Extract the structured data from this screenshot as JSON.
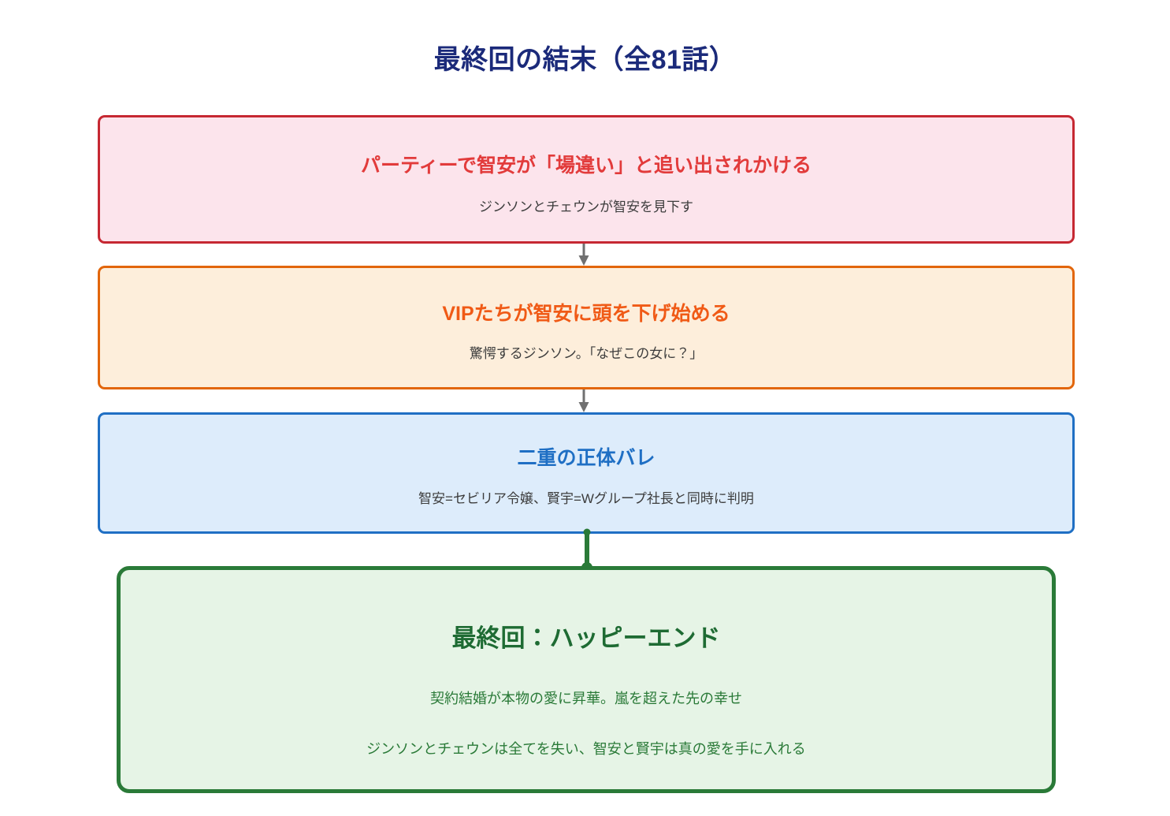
{
  "title": "最終回の結末（全81話）",
  "colors": {
    "title": "#1b2a7a",
    "node1_border": "#c62832",
    "node1_fill": "#fce4ec",
    "node1_text": "#e23b3b",
    "node2_border": "#e2660b",
    "node2_fill": "#fdeedb",
    "node2_text": "#f05a16",
    "node3_border": "#1f6fc4",
    "node3_fill": "#ddecfb",
    "node3_text": "#1f6fc4",
    "node4_border": "#2a7a38",
    "node4_fill": "#e6f4e6",
    "node4_text": "#1e6b33",
    "subtitle_text": "#3c3c3c",
    "arrow": "#707070",
    "arrow_final": "#2a7a38"
  },
  "flow": {
    "nodes": [
      {
        "id": "node-party",
        "title": "パーティーで智安が「場違い」と追い出されかける",
        "subtitles": [
          "ジンソンとチェウンが智安を見下す"
        ]
      },
      {
        "id": "node-vip",
        "title": "VIPたちが智安に頭を下げ始める",
        "subtitles": [
          "驚愕するジンソン。「なぜこの女に？」"
        ]
      },
      {
        "id": "node-reveal",
        "title": "二重の正体バレ",
        "subtitles": [
          "智安=セビリア令嬢、賢宇=Wグループ社長と同時に判明"
        ]
      },
      {
        "id": "node-finale",
        "title": "最終回：ハッピーエンド",
        "subtitles": [
          "契約結婚が本物の愛に昇華。嵐を超えた先の幸せ",
          "ジンソンとチェウンは全てを失い、智安と賢宇は真の愛を手に入れる"
        ]
      }
    ],
    "connectors": [
      {
        "id": "connector-1",
        "from": "node-party",
        "to": "node-vip",
        "style": "arrow"
      },
      {
        "id": "connector-2",
        "from": "node-vip",
        "to": "node-reveal",
        "style": "arrow"
      },
      {
        "id": "connector-3",
        "from": "node-reveal",
        "to": "node-finale",
        "style": "thick-dot"
      }
    ]
  }
}
